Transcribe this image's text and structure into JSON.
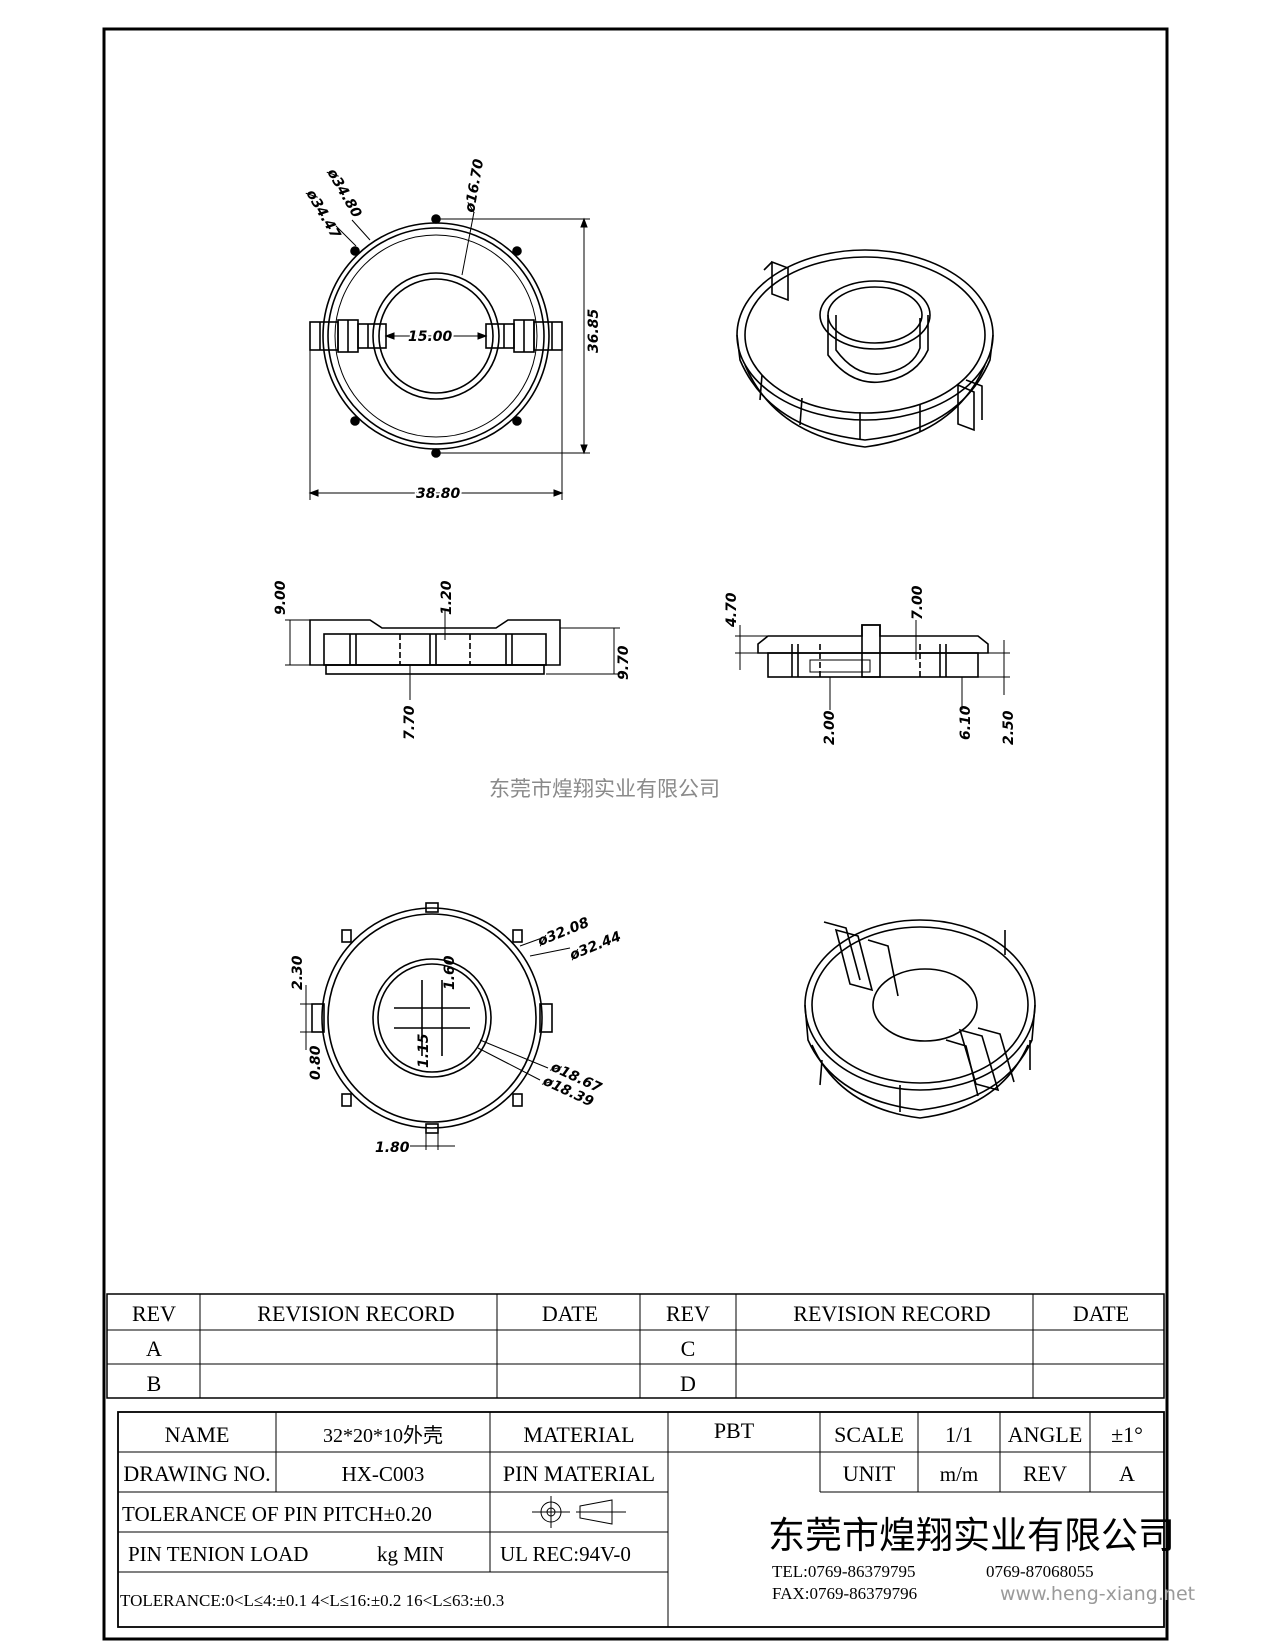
{
  "drawing": {
    "dims": {
      "d_outer_top": "ø34.80",
      "d_inner_top": "ø34.47",
      "d_hole_top": "ø16.70",
      "pin_gap": "15.00",
      "height_top": "36.85",
      "width_top": "38.80",
      "side1_h": "9.00",
      "side1_wall": "1.20",
      "side1_total": "9.70",
      "side1_body": "7.70",
      "side2_a": "4.70",
      "side2_b": "7.00",
      "side2_c": "2.00",
      "side2_d": "6.10",
      "side2_e": "2.50",
      "bot_a": "2.30",
      "bot_b": "1.60",
      "bot_c": "1.15",
      "bot_d": "0.80",
      "bot_e": "1.80",
      "bot_outer1": "ø32.08",
      "bot_outer2": "ø32.44",
      "bot_in1": "ø18.67",
      "bot_in2": "ø18.39"
    },
    "company_watermark": "东莞市煌翔实业有限公司",
    "web_watermark": "www.heng-xiang.net"
  },
  "revision": {
    "header": {
      "rev": "REV",
      "record": "REVISION RECORD",
      "date": "DATE"
    },
    "left_rows": [
      "A",
      "B"
    ],
    "right_rows": [
      "C",
      "D"
    ]
  },
  "title_block": {
    "name_label": "NAME",
    "name_value": "32*20*10外壳",
    "material_label": "MATERIAL",
    "material_value": "PBT",
    "scale_label": "SCALE",
    "scale_value": "1/1",
    "angle_label": "ANGLE",
    "angle_value": "±1°",
    "drawing_no_label": "DRAWING NO.",
    "drawing_no_value": "HX-C003",
    "pin_material_label": "PIN MATERIAL",
    "unit_label": "UNIT",
    "unit_value": "m/m",
    "rev_label": "REV",
    "rev_value": "A",
    "tolerance_pitch": "TOLERANCE OF PIN PITCH±0.20",
    "pin_tenion": "PIN TENION LOAD",
    "kg_min": "kg MIN",
    "ul_rec": "UL REC:94V-0",
    "tolerance_line": "TOLERANCE:0<L≤4:±0.1  4<L≤16:±0.2  16<L≤63:±0.3",
    "company": "东莞市煌翔实业有限公司",
    "tel1": "TEL:0769-86379795",
    "tel2": "0769-87068055",
    "fax": "FAX:0769-86379796"
  }
}
